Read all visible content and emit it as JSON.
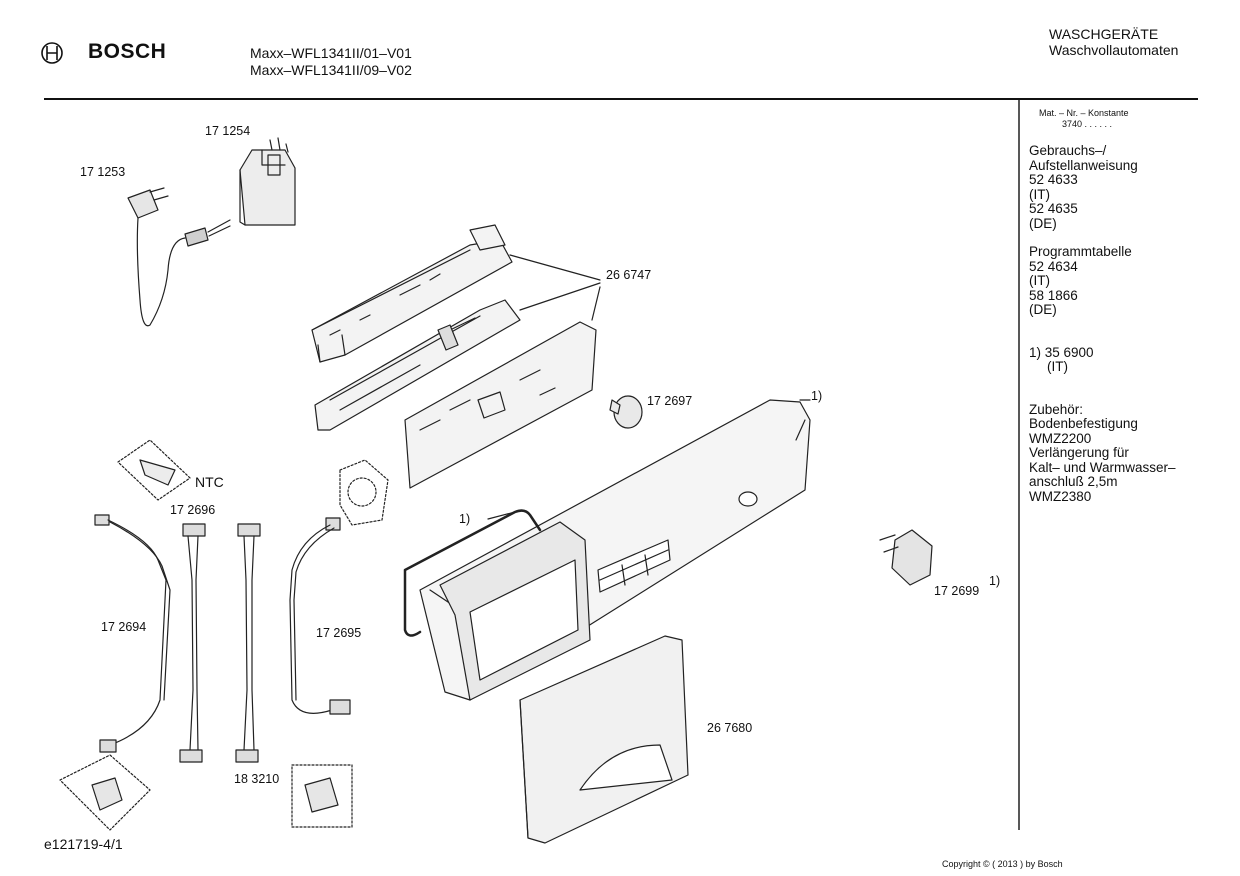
{
  "header": {
    "brand": "BOSCH",
    "model_lines": [
      "Maxx–WFL1341II/01–V01",
      "Maxx–WFL1341II/09–V02"
    ],
    "category": "WASCHGERÄTE",
    "subcategory": "Waschvollautomaten"
  },
  "sidebar": {
    "mat_label": "Mat. – Nr. – Konstante",
    "mat_value": "3740 . .  . . . .",
    "manual_lines": [
      "Gebrauchs–/",
      "Aufstellanweisung",
      "52 4633",
      "(IT)",
      "52 4635",
      "(DE)"
    ],
    "program_lines": [
      "Programmtabelle",
      "52 4634",
      "(IT)",
      "58 1866",
      "(DE)"
    ],
    "note_lines": [
      "1)  35 6900",
      "(IT)"
    ],
    "accessory_lines": [
      "Zubehör:",
      "Bodenbefestigung",
      "WMZ2200",
      "Verlängerung für",
      "Kalt– und Warmwasser–",
      "anschluß 2,5m",
      "WMZ2380"
    ]
  },
  "parts": {
    "p171254": "17 1254",
    "p171253": "17 1253",
    "p266747": "26 6747",
    "p172697": "17 2697",
    "note_top": "1)",
    "ntc": "NTC",
    "p172696": "17 2696",
    "note_seal": "1)",
    "p172694": "17 2694",
    "p172695": "17 2695",
    "p172699": "17 2699",
    "note_knob": "1)",
    "p267680": "26 7680",
    "p183210": "18 3210"
  },
  "footer": {
    "drawing_id": "e121719-4/1",
    "copyright": "Copyright © ( 2013 ) by Bosch"
  }
}
